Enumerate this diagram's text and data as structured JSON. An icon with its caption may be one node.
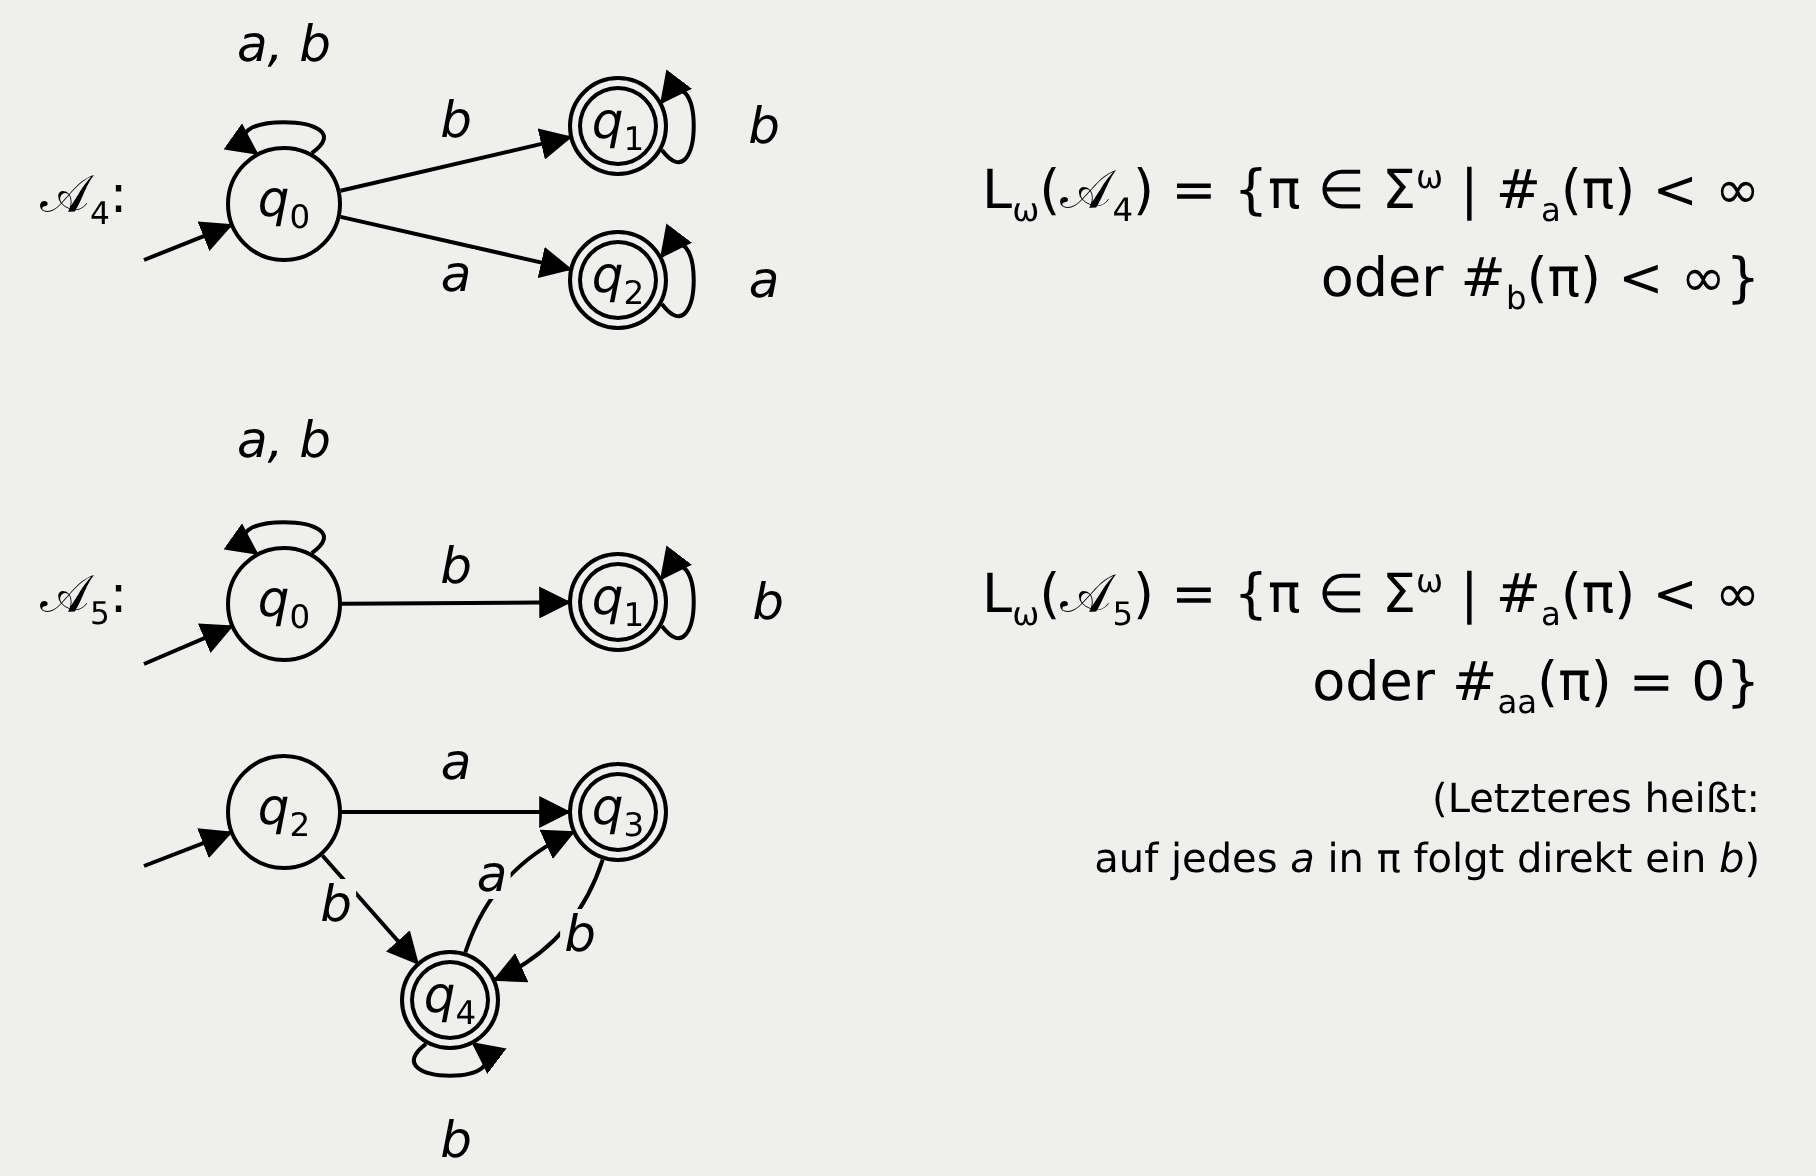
{
  "diagram": {
    "nodes": [
      {
        "text": [
          "q$_{0}$"
        ]
      },
      {
        "text": [
          "q$_{1}$"
        ]
      },
      {
        "text": [
          "q$_{2}$"
        ]
      },
      {
        "text": [
          "q$_{0}$"
        ]
      },
      {
        "text": [
          "q$_{1}$"
        ]
      },
      {
        "text": [
          "q$_{2}$"
        ]
      },
      {
        "text": [
          "q$_{3}$"
        ]
      },
      {
        "text": [
          "q$_{4}$"
        ]
      }
    ],
    "edges": [
      {
        "from": null,
        "to": 0,
        "arrow": "to"
      },
      {
        "from": 0,
        "to": 0,
        "arrow": "to",
        "label": "a, b"
      },
      {
        "from": 0,
        "to": 1,
        "arrow": "to",
        "label": "b"
      },
      {
        "from": 0,
        "to": 2,
        "arrow": "to",
        "label": "a"
      },
      {
        "from": 1,
        "to": 1,
        "arrow": "to",
        "label": "b"
      },
      {
        "from": 2,
        "to": 2,
        "arrow": "to",
        "label": "a"
      },
      {
        "from": null,
        "to": 3,
        "arrow": "to"
      },
      {
        "from": 3,
        "to": 3,
        "arrow": "to",
        "label": "a, b"
      },
      {
        "from": 3,
        "to": 4,
        "arrow": "to",
        "label": "b"
      },
      {
        "from": 4,
        "to": 4,
        "arrow": "to",
        "label": "b"
      },
      {
        "from": null,
        "to": 5,
        "arrow": "to"
      },
      {
        "from": 5,
        "to": 6,
        "arrow": "to",
        "label": "a"
      },
      {
        "from": 5,
        "to": 7,
        "arrow": "to",
        "label": "b"
      },
      {
        "from": 7,
        "to": 6,
        "arrow": "to",
        "label": "a"
      },
      {
        "from": 6,
        "to": 7,
        "arrow": "to",
        "label": "b"
      },
      {
        "from": 7,
        "to": 7,
        "arrow": "to",
        "label": "b"
      }
    ],
    "labels": [
      "𝒜$_{4}$:",
      "L$_{ω}$(𝒜$_{4}$) = {π ∈ Σ$^{ω}$ | #$_{a}$(π) < ∞",
      "oder #$_{b}$(π) < ∞}",
      "𝒜$_{5}$:",
      "L$_{ω}$(𝒜$_{5}$) = {π ∈ Σ$^{ω}$ | #$_{a}$(π) < ∞",
      "oder #$_{aa}$(π) = 0}",
      "(Letzteres heißt:",
      "auf jedes *a* in π folgt direkt ein *b*)"
    ]
  }
}
